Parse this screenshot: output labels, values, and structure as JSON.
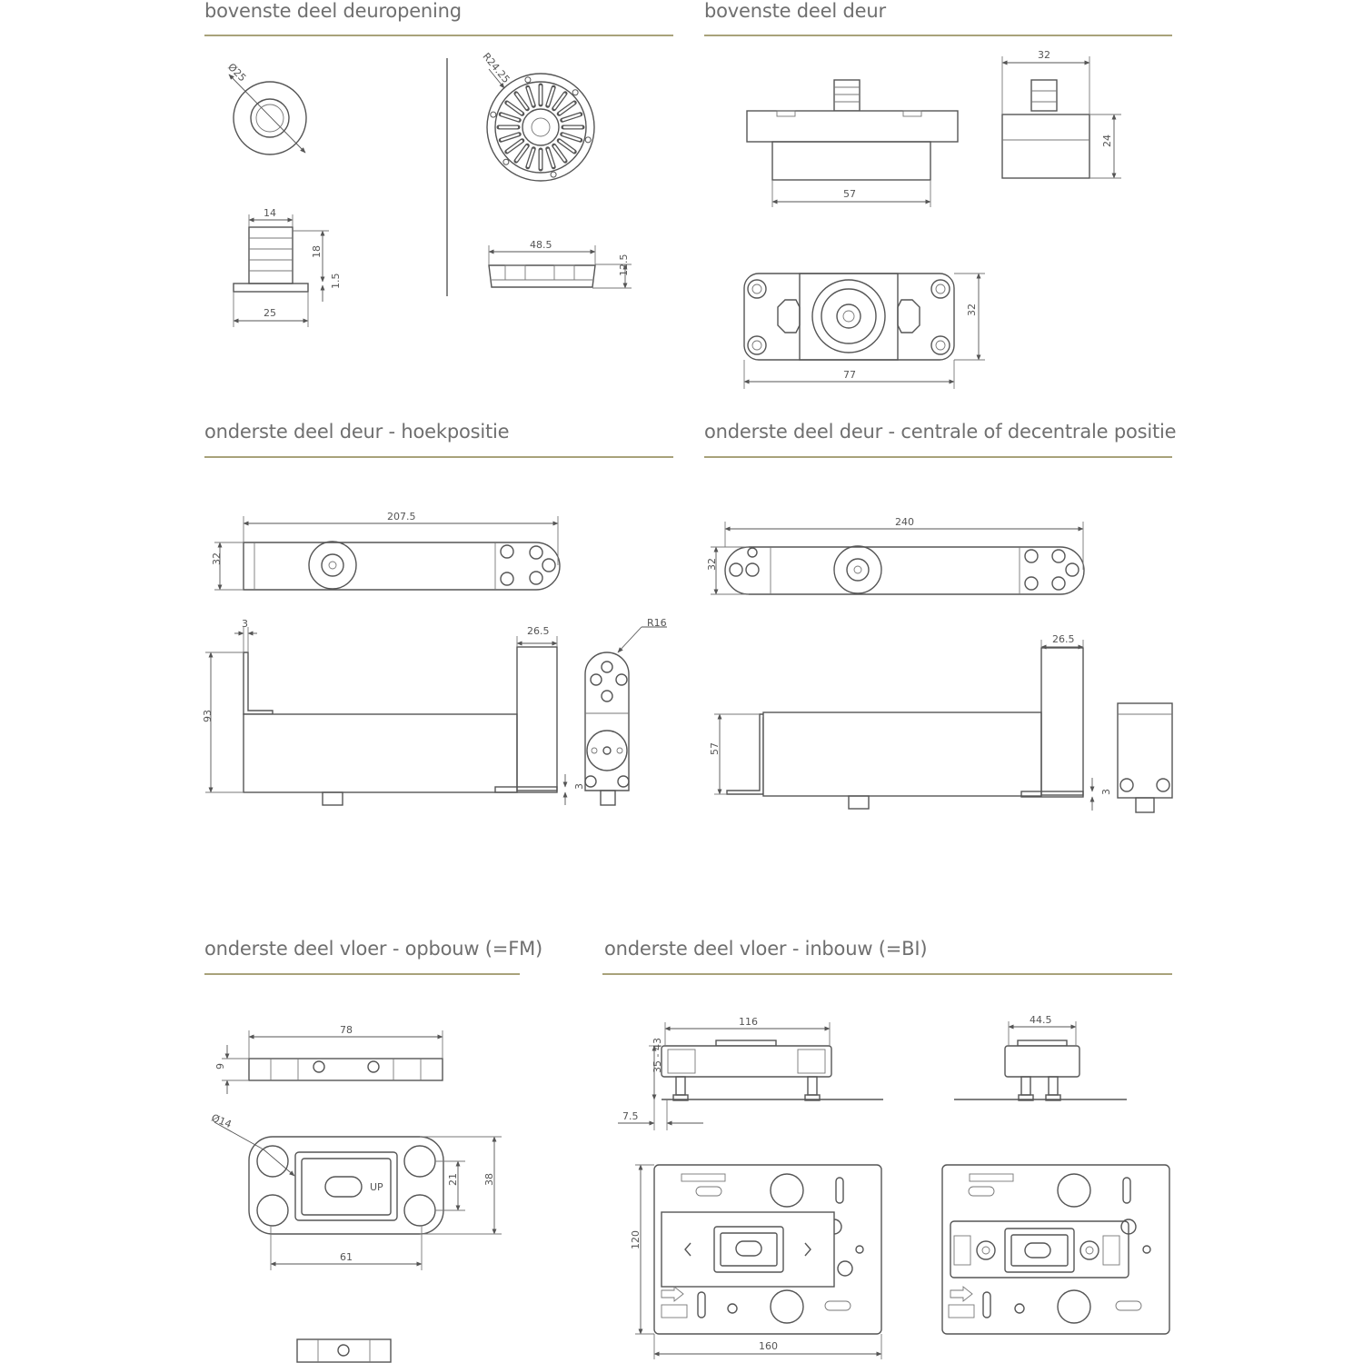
{
  "sections": {
    "top_opening": "bovenste deel deuropening",
    "top_door": "bovenste deel deur",
    "bottom_door_corner": "onderste deel deur - hoekpositie",
    "bottom_door_central": "onderste deel deur - centrale of decentrale positie",
    "floor_surface": "onderste deel vloer - opbouw (=FM)",
    "floor_builtin": "onderste deel  vloer - inbouw (=BI)"
  },
  "dims": {
    "d_o25": "Ø25",
    "d_r2425": "R24.25",
    "d_14a": "14",
    "d_18": "18",
    "d_15": "1.5",
    "d_25": "25",
    "d_485": "48.5",
    "d_125": "12.5",
    "d_32a": "32",
    "d_24": "24",
    "d_57a": "57",
    "d_32b": "32",
    "d_77": "77",
    "d_2075": "207.5",
    "d_32c": "32",
    "d_3a": "3",
    "d_265a": "26.5",
    "d_r16": "R16",
    "d_93": "93",
    "d_3b": "3",
    "d_240": "240",
    "d_32d": "32",
    "d_265b": "26.5",
    "d_57b": "57",
    "d_3c": "3",
    "d_78": "78",
    "d_9": "9",
    "d_o14": "Ø14",
    "d_21": "21",
    "d_38": "38",
    "d_61": "61",
    "d_116": "116",
    "d_3543": "35 - 43",
    "d_75": "7.5",
    "d_445": "44.5",
    "d_120": "120",
    "d_160": "160"
  },
  "plate_labels": {
    "fm_up": "UP"
  },
  "colors": {
    "rule": "#a8a27a",
    "title": "#6f6f6f",
    "line": "#555555"
  }
}
